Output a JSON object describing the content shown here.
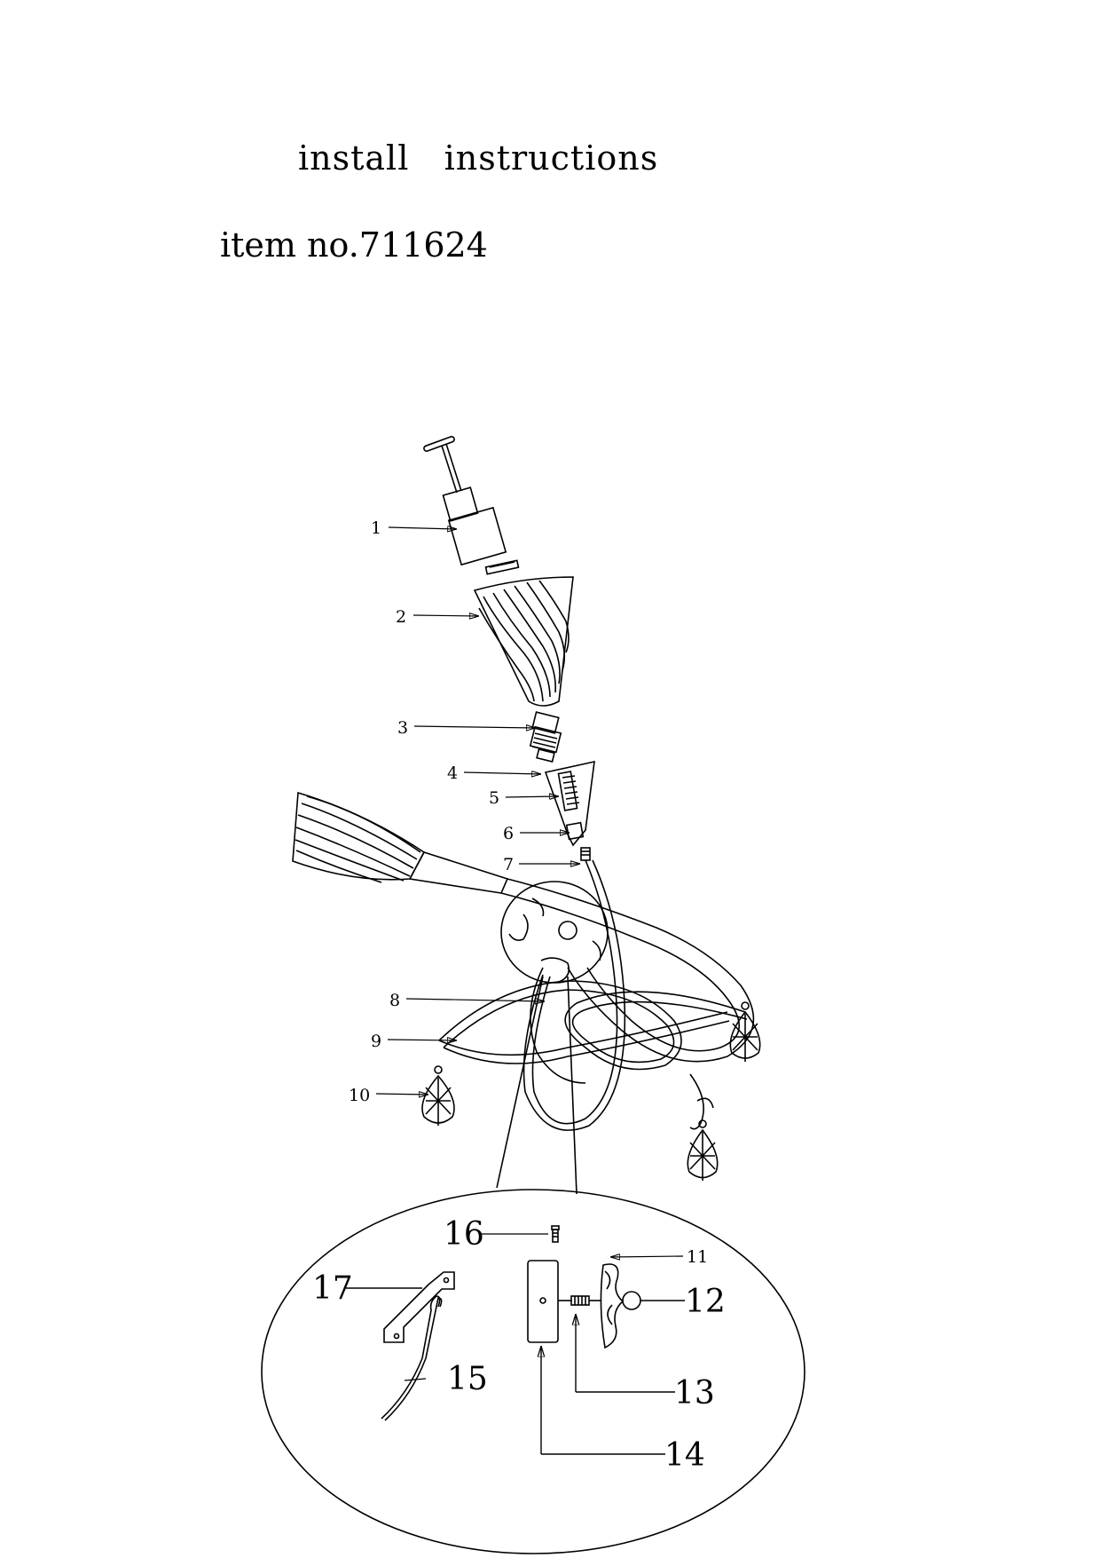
{
  "header": {
    "title": "install   instructions",
    "item_no": "item no.711624"
  },
  "callouts": {
    "c1": "1",
    "c2": "2",
    "c3": "3",
    "c4": "4",
    "c5": "5",
    "c6": "6",
    "c7": "7",
    "c8": "8",
    "c9": "9",
    "c10": "10",
    "c11": "11",
    "c12": "12",
    "c13": "13",
    "c14": "14",
    "c15": "15",
    "c16": "16",
    "c17": "17"
  }
}
